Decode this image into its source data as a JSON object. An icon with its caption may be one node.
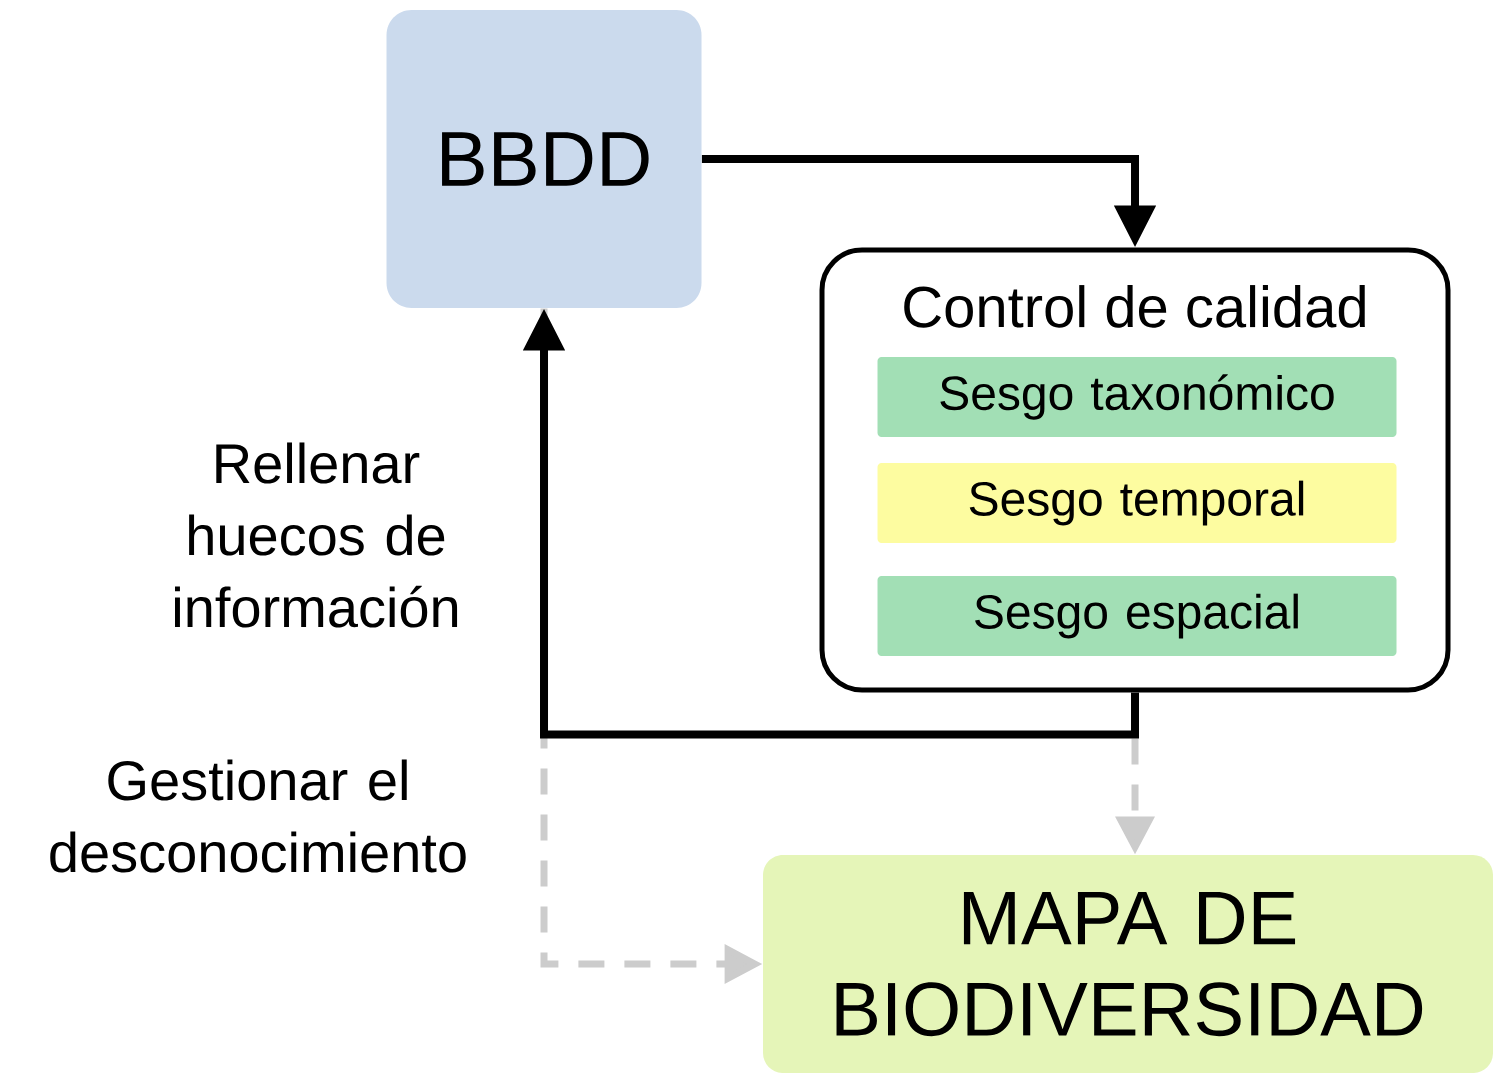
{
  "diagram": {
    "nodes": [
      {
        "text": [
          "BBDD"
        ]
      },
      {
        "text": [
          "Control de calidad"
        ]
      },
      {
        "text": [
          "Sesgo taxonómico"
        ],
        "in": 1
      },
      {
        "text": [
          "Sesgo temporal"
        ],
        "in": 1
      },
      {
        "text": [
          "Sesgo espacial"
        ],
        "in": 1
      },
      {
        "text": [
          "MAPA DE BIODIVERSIDAD"
        ]
      }
    ],
    "edges": [
      {
        "from": 0,
        "to": 5,
        "arrow": "to",
        "label": "Gestionar el desconocimiento",
        "style": "dashed",
        "color": "#cccccc"
      },
      {
        "from": 1,
        "to": 5,
        "arrow": "to",
        "style": "dashed",
        "color": "#cccccc"
      },
      {
        "from": 0,
        "to": 1,
        "arrow": "to",
        "color": "#000000"
      },
      {
        "from": 1,
        "to": 0,
        "arrow": "to",
        "label": "Rellenar huecos de información",
        "color": "#000000"
      }
    ]
  }
}
